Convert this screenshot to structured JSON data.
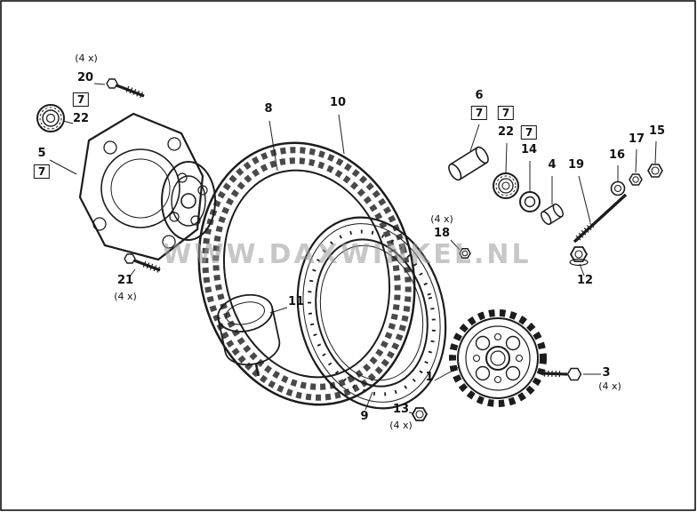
{
  "page": {
    "background": "#ffffff",
    "border_color": "#000000"
  },
  "watermark": {
    "text": "WWW.DAXWINKEL.NL",
    "color": "#9a9a9a"
  },
  "labels": {
    "part_20_qty": "(4 x)",
    "part_20": "20",
    "ref_7_a": "7",
    "part_22_left": "22",
    "part_5": "5",
    "ref_7_b": "7",
    "part_21": "21",
    "part_21_qty": "(4 x)",
    "part_8": "8",
    "part_10": "10",
    "part_11": "11",
    "part_9": "9",
    "part_13": "13",
    "part_13_qty": "(4 x)",
    "part_1": "1",
    "part_18_qty": "(4 x)",
    "part_18": "18",
    "part_6": "6",
    "ref_7_c": "7",
    "ref_7_d": "7",
    "part_22_right": "22",
    "ref_7_e": "7",
    "part_14": "14",
    "part_4": "4",
    "part_19": "19",
    "part_16": "16",
    "part_17": "17",
    "part_15": "15",
    "part_12": "12",
    "part_3": "3",
    "part_3_qty": "(4 x)"
  }
}
